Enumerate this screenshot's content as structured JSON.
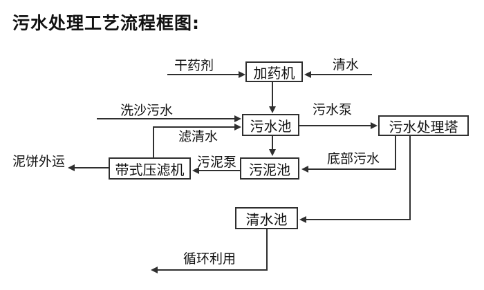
{
  "title": "污水处理工艺流程框图:",
  "diagram": {
    "nodes": {
      "dosing_machine": {
        "label": "加药机"
      },
      "sewage_pool": {
        "label": "污水池"
      },
      "treatment_tower": {
        "label": "污水处理塔"
      },
      "sludge_pool": {
        "label": "污泥池"
      },
      "belt_filter_press": {
        "label": "带式压滤机"
      },
      "clean_water_pool": {
        "label": "清水池"
      }
    },
    "labels": {
      "dry_chemical": "干药剂",
      "clean_water": "清水",
      "sand_washing_sewage": "洗沙污水",
      "sewage_pump": "污水泵",
      "filtered_water": "滤清水",
      "sludge_pump": "污泥泵",
      "mud_cake_out": "泥饼外运",
      "bottom_sewage": "底部污水",
      "recycle": "循环利用"
    },
    "colors": {
      "line": "#2f2f2f",
      "text": "#111111",
      "background": "#ffffff"
    }
  }
}
